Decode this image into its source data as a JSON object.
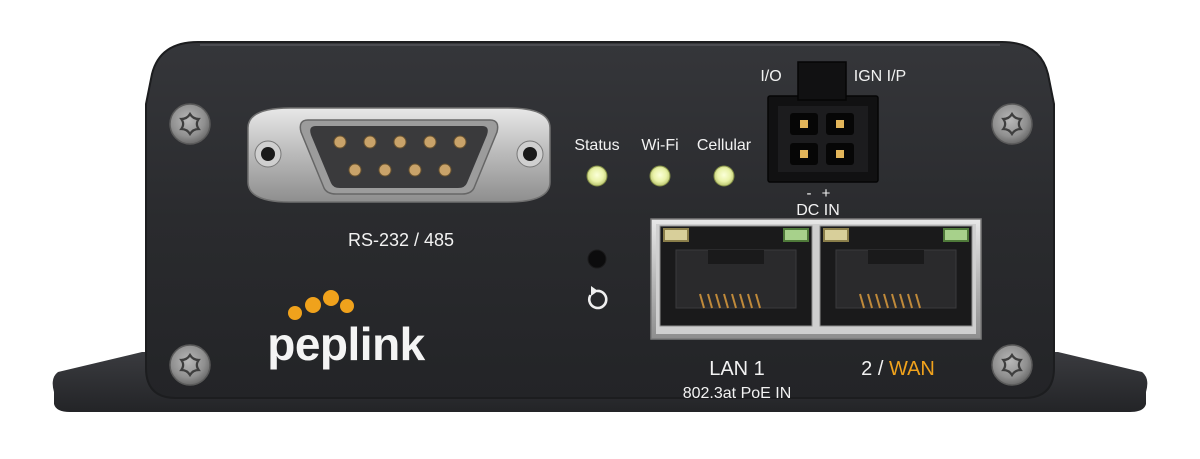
{
  "labels": {
    "serial_port": "RS-232 / 485",
    "led_status": "Status",
    "led_wifi": "Wi-Fi",
    "led_cellular": "Cellular",
    "io": "I/O",
    "ign": "IGN I/P",
    "dc_minus": "-",
    "dc_plus": "+",
    "dc_in": "DC IN",
    "lan1": "LAN 1",
    "poe": "802.3at PoE IN",
    "port2_number": "2",
    "port2_slash": " / ",
    "port2_wan": "WAN",
    "brand": "peplink"
  },
  "colors": {
    "chassis": "#2b2c2e",
    "led": "#e9f2a8",
    "wan_accent": "#f0a21c",
    "logo_dots": "#f0a21c"
  },
  "icons": {
    "reset": "reset-icon",
    "screws": "torx-screw-icon"
  }
}
